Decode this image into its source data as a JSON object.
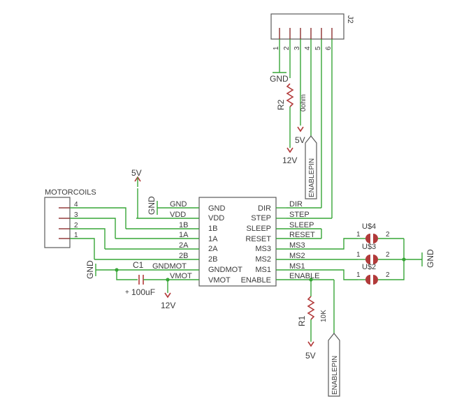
{
  "driver": {
    "left_pins": [
      "GND",
      "VDD",
      "1B",
      "1A",
      "2A",
      "2B",
      "GNDMOT",
      "VMOT"
    ],
    "right_pins": [
      "DIR",
      "STEP",
      "SLEEP",
      "RESET",
      "MS3",
      "MS2",
      "MS1",
      "ENABLE"
    ]
  },
  "left_nets": [
    "GND",
    "VDD",
    "1B",
    "1A",
    "2A",
    "2B",
    "GNDMOT",
    "VMOT"
  ],
  "right_nets": [
    "DIR",
    "STEP",
    "SLEEP",
    "RESET",
    "MS3",
    "MS2",
    "MS1",
    "ENABLE"
  ],
  "motorcoils": {
    "name": "MOTORCOILS",
    "pins": [
      "4",
      "3",
      "2",
      "1"
    ]
  },
  "j2": {
    "name": "J2",
    "pins": [
      "1",
      "2",
      "3",
      "4",
      "5",
      "6"
    ]
  },
  "r2": {
    "name": "R2",
    "value": "0ohm"
  },
  "r1": {
    "name": "R1",
    "value": "10K"
  },
  "c1": {
    "name": "C1",
    "value": "100uF",
    "polarity": "+"
  },
  "jumpers": [
    {
      "name": "U$4",
      "pin1": "1",
      "pin2": "2"
    },
    {
      "name": "U$3",
      "pin1": "1",
      "pin2": "2"
    },
    {
      "name": "U$2",
      "pin1": "1",
      "pin2": "2"
    }
  ],
  "supplies": {
    "gnd_j2": "GND",
    "v5_j2": "5V",
    "v12_j2": "12V",
    "v5_top": "5V",
    "gnd_driver": "GND",
    "gnd_cap": "GND",
    "v12_cap": "12V",
    "v5_r1": "5V",
    "gnd_right": "GND"
  },
  "enablepin_labels": [
    "ENABLEPIN",
    "ENABLEPIN"
  ]
}
